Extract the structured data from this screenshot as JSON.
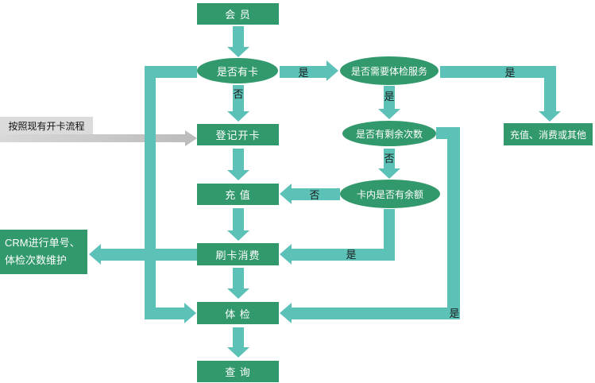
{
  "palette": {
    "node_green": "#31996b",
    "arrow_teal": "#5cc1b7",
    "note_gray": "#dbdbdb",
    "edge_label_color": "#1a1a1a",
    "background": "#ffffff"
  },
  "nodes": {
    "member": "会 员",
    "has_card": "是否有卡",
    "need_exam": "是否需要体检服务",
    "register": "登记开卡",
    "remaining": "是否有剩余次数",
    "recharge": "充 值",
    "balance": "卡内是否有余额",
    "other": "充值、消费或其他",
    "swipe": "刷卡消费",
    "crm_line1": "CRM进行单号、",
    "crm_line2": "体检次数维护",
    "exam": "体 检",
    "query": "查 询"
  },
  "labels": {
    "note": "按照现有开卡流程",
    "has_card_yes": "是",
    "has_card_no": "否",
    "need_exam_right": "是",
    "need_exam_down": "是",
    "remaining_no": "否",
    "remaining_yes": "是",
    "balance_no": "否",
    "balance_yes": "是"
  }
}
